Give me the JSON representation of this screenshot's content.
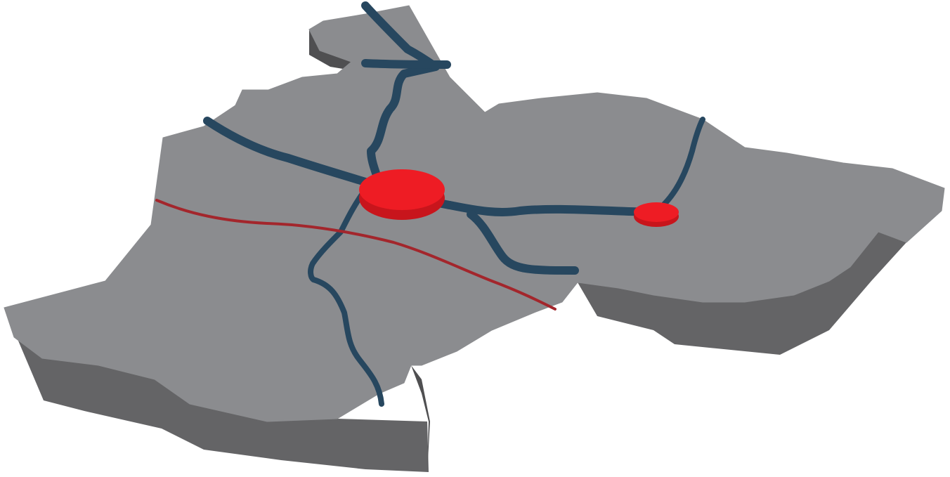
{
  "map": {
    "colors": {
      "background": "#ffffff",
      "land_top": "#8b8c8f",
      "land_side": "#646466",
      "land_side_dark": "#4f4f51",
      "river": "#27475f",
      "river_edge": "#1c3547",
      "route": "#a3262c",
      "marker_top": "#ee1c24",
      "marker_side": "#c8151c"
    },
    "features": {
      "region": "land-region",
      "rivers": [
        "river-north",
        "river-northwest",
        "river-south",
        "river-southeast",
        "river-east",
        "river-northeast"
      ],
      "route": "red-route",
      "markers": [
        "city-marker-large",
        "city-marker-small"
      ]
    }
  }
}
